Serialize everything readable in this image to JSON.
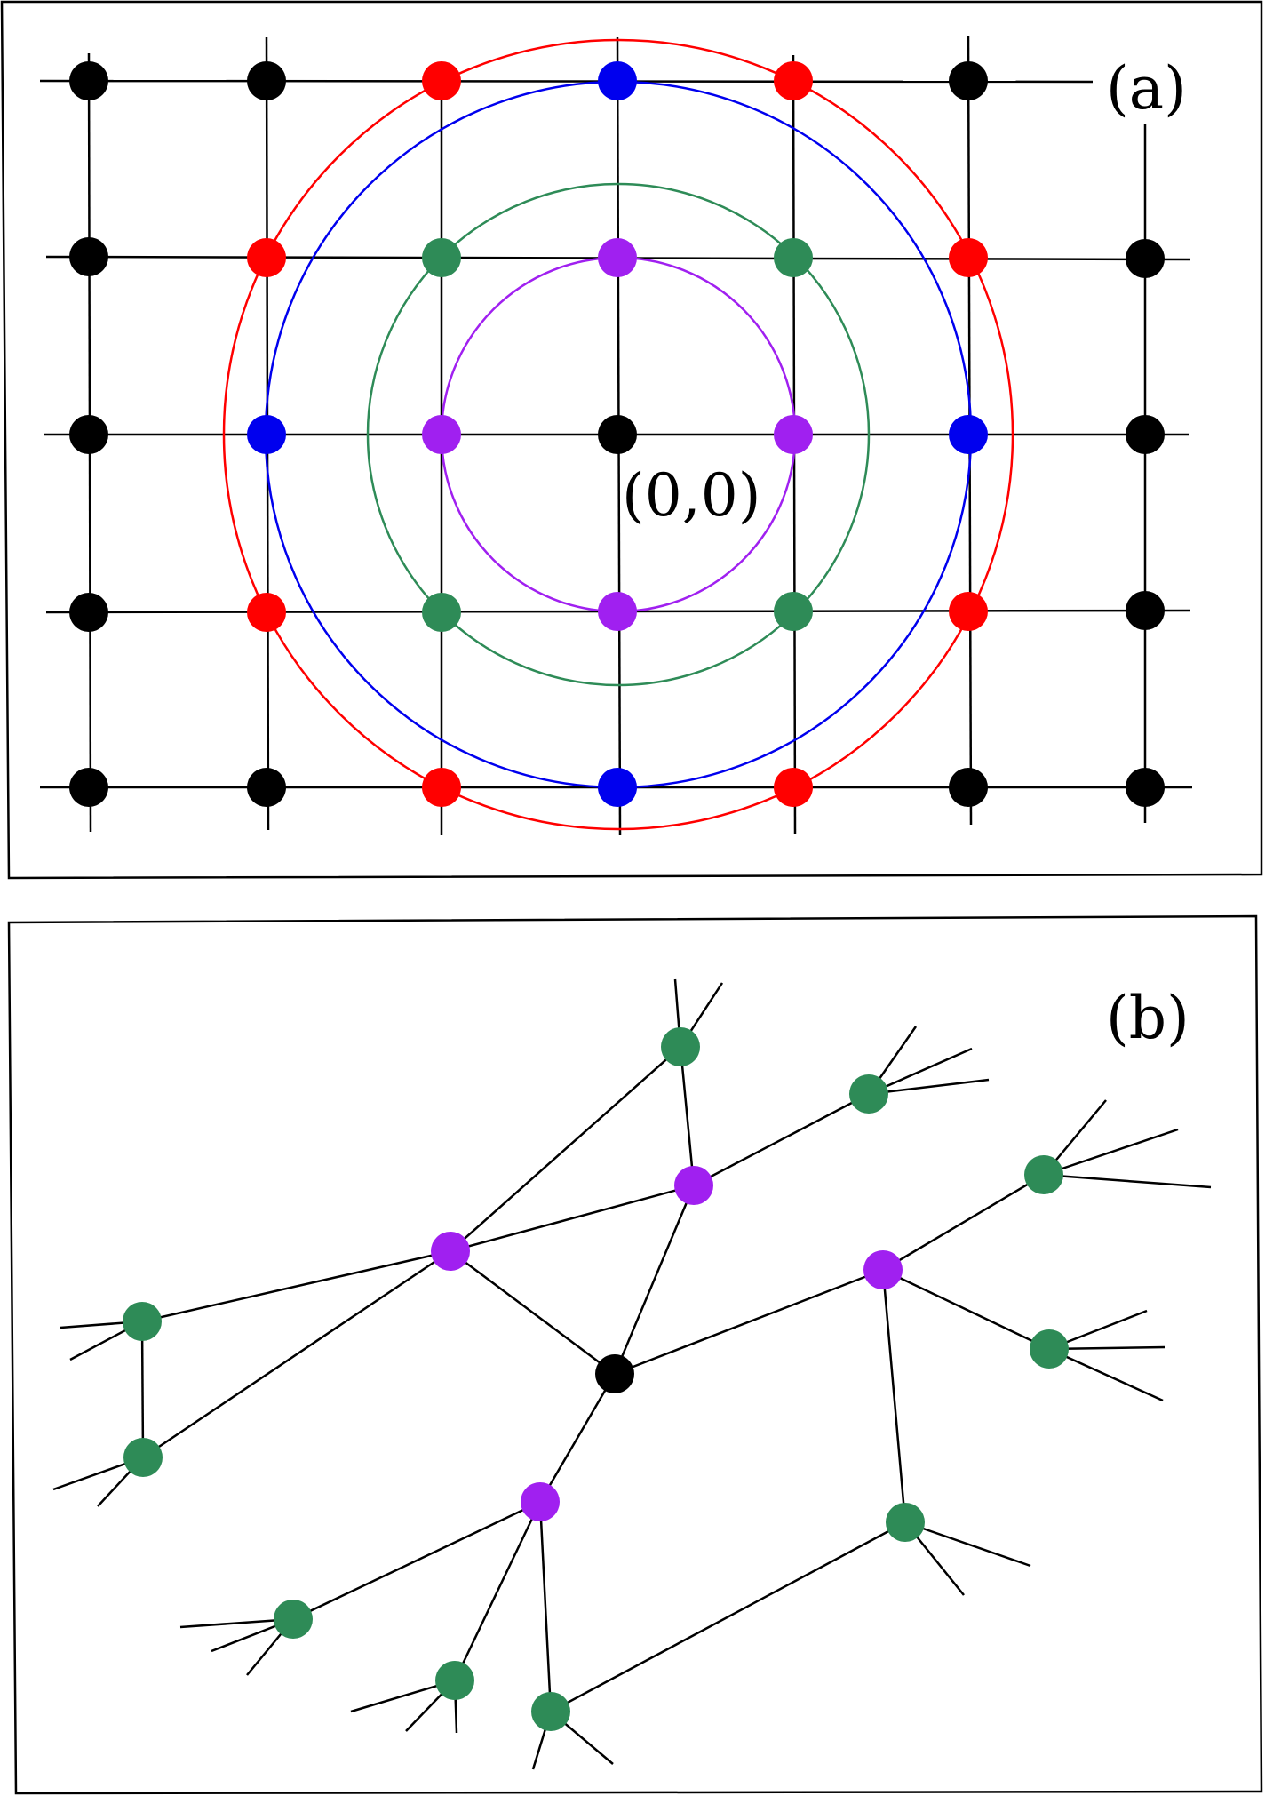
{
  "panel_a": {
    "label": "(a)",
    "origin_label": "(0,0)"
  },
  "panel_b": {
    "label": "(b)"
  },
  "colors": {
    "black": "#000000",
    "red": "#ff0000",
    "blue": "#0000ee",
    "green": "#2e8b57",
    "purple": "#a020f0",
    "line": "#000000"
  }
}
